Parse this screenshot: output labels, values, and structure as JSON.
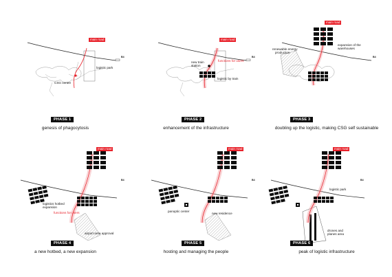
{
  "road_label": "main road",
  "marker_label": "B4",
  "colors": {
    "road_red": "#e8212a",
    "block_black": "#0d0d0d",
    "outline_grey": "#9a9a9a"
  },
  "panels": [
    {
      "badge": "PHASE 1",
      "caption": "genesis of phagocytosis",
      "labels": [
        "logistic park",
        "CSG centre"
      ],
      "red_labels": []
    },
    {
      "badge": "PHASE 2",
      "caption": "enhancement of the infrastructure",
      "labels": [
        "new train",
        "station",
        "logistic by train"
      ],
      "red_labels": [
        "functions for users"
      ]
    },
    {
      "badge": "PHASE 3",
      "caption": "doubling up the logistic, making CSG self sustainable",
      "labels": [
        "renewable energy",
        "production",
        "expansion of the",
        "warehouses"
      ],
      "red_labels": []
    },
    {
      "badge": "PHASE 4",
      "caption": "a new hotbed, a new expansion",
      "labels": [
        "logistics hotbed",
        "expansion",
        "airport area approval"
      ],
      "red_labels": [
        "functions for users"
      ]
    },
    {
      "badge": "PHASE 5",
      "caption": "hosting and managing the people",
      "labels": [
        "panoptic center",
        "new residence"
      ],
      "red_labels": []
    },
    {
      "badge": "PHASE 6",
      "caption": "peak of logistic infrastructure",
      "labels": [
        "logistic park",
        "drones and",
        "planes area"
      ],
      "red_labels": []
    }
  ]
}
